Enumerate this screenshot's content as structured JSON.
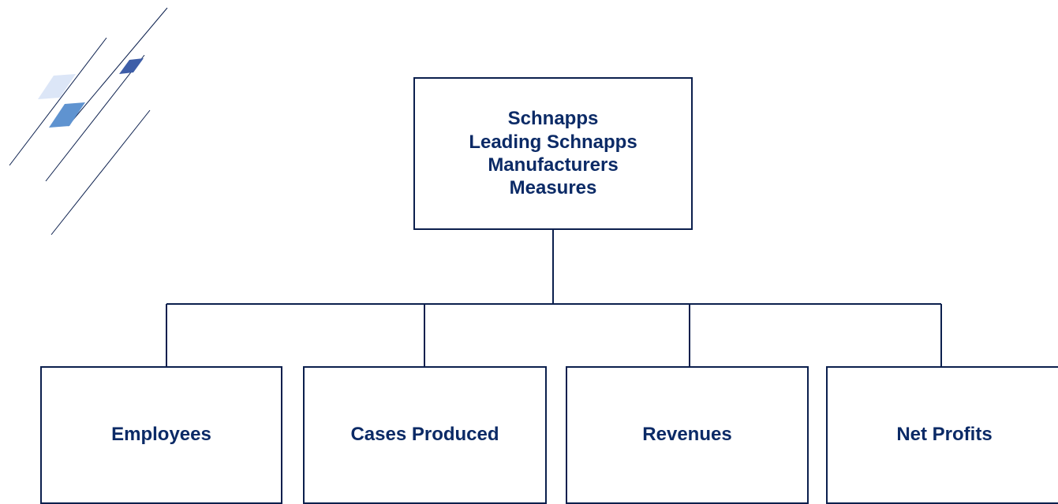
{
  "root": {
    "lines": [
      "Schnapps",
      "Leading Schnapps",
      "Manufacturers",
      "Measures"
    ]
  },
  "children": [
    {
      "label": "Employees"
    },
    {
      "label": "Cases Produced"
    },
    {
      "label": "Revenues"
    },
    {
      "label": "Net Profits"
    }
  ],
  "colors": {
    "text": "#0b2a66",
    "border": "#0b1f4d",
    "decor_light": "#dce6f7",
    "decor_mid": "#5f93d0",
    "decor_dark": "#3e5ea8"
  }
}
